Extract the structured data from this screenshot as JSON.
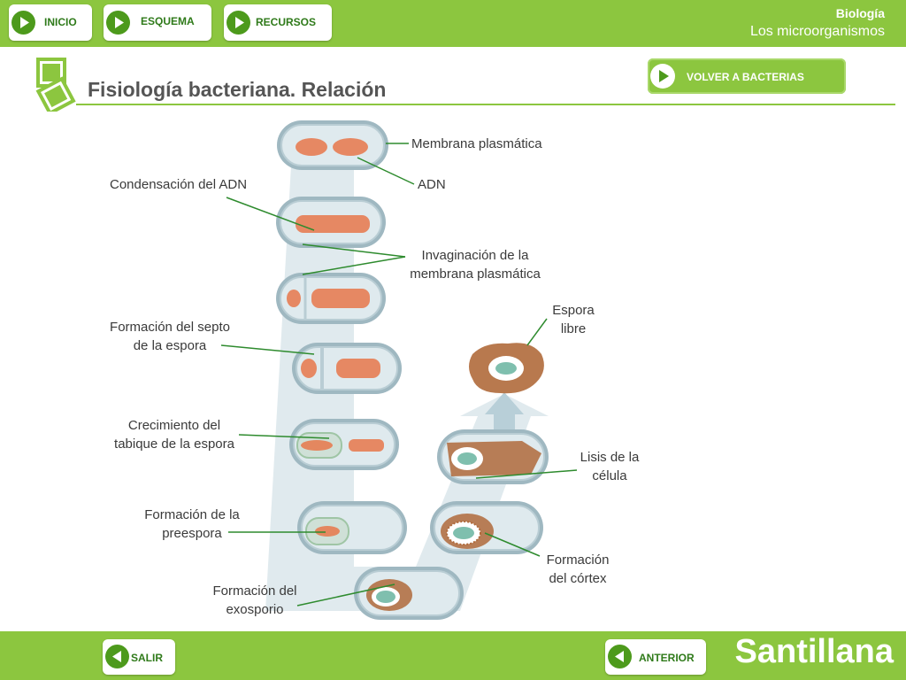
{
  "nav": {
    "inicio": "INICIO",
    "esquema": "ESQUEMA",
    "recursos": "RECURSOS"
  },
  "brand": {
    "subject": "Biología",
    "topic": "Los microorganismos",
    "logo": "Santillana"
  },
  "header": {
    "title": "Fisiología bacteriana. Relación",
    "back_button": "VOLVER A BACTERIAS"
  },
  "diagram": {
    "labels": {
      "membrana": "Membrana plasmática",
      "adn": "ADN",
      "condensacion": "Condensación del ADN",
      "invaginacion_1": "Invaginación de la",
      "invaginacion_2": "membrana plasmática",
      "septo_1": "Formación del septo",
      "septo_2": "de la espora",
      "espora_1": "Espora",
      "espora_2": "libre",
      "crecimiento_1": "Crecimiento del",
      "crecimiento_2": "tabique de la espora",
      "lisis_1": "Lisis de la",
      "lisis_2": "célula",
      "preespora_1": "Formación de la",
      "preespora_2": "preespora",
      "cortex_1": "Formación",
      "cortex_2": "del córtex",
      "exosporio_1": "Formación del",
      "exosporio_2": "exosporio"
    }
  },
  "footer": {
    "salir": "SALIR",
    "anterior": "ANTERIOR"
  },
  "colors": {
    "bar_green": "#8cc63f",
    "button_green": "#4d9a1c",
    "leader_line": "#2e8b2e",
    "dna_orange": "#e8774a",
    "cell_blue": "#b5c9cf",
    "spore_brown": "#b06a3b"
  }
}
